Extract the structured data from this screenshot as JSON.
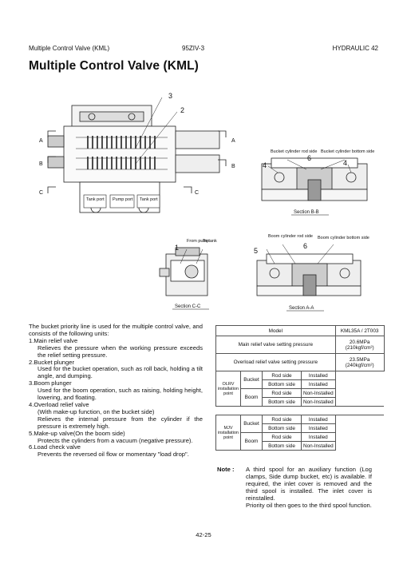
{
  "header": {
    "left": "Multiple Control Valve (KML)",
    "center": "95ZIV-3",
    "right": "HYDRAULIC 42"
  },
  "title": "Multiple Control Valve (KML)",
  "figure": {
    "callouts": {
      "c3": "3",
      "c2": "2",
      "c6a": "6",
      "c4a": "4",
      "c4b": "4",
      "c1": "1",
      "c5": "5",
      "c6b": "6"
    },
    "section_marks": {
      "a1": "A",
      "a2": "A",
      "b1": "B",
      "b2": "B",
      "c1": "C",
      "c2": "C"
    },
    "ports": {
      "tank1": "Tank port",
      "pump": "Pump port",
      "tank2": "Tank port"
    },
    "labels": {
      "bucket_rod": "Bucket cylinder rod side",
      "bucket_bottom": "Bucket cylinder bottom side",
      "boom_rod": "Boom cylinder rod side",
      "boom_bottom": "Boom cylinder bottom side",
      "from_pump": "From pump",
      "to_tank": "To tank"
    },
    "sections": {
      "bb": "Section B-B",
      "cc": "Section C-C",
      "aa": "Section A-A"
    }
  },
  "body": {
    "intro": "The bucket priority line is used for the multiple control valve, and consists of the following units:",
    "items": [
      {
        "head": "1.Main relief valve",
        "desc": [
          "Relieves the pressure when the working pressure exceeds the relief setting pressure."
        ]
      },
      {
        "head": "2.Bucket plunger",
        "desc": [
          "Used for the bucket operation, such as roll back, holding a tilt angle, and dumping."
        ]
      },
      {
        "head": "3.Boom plunger",
        "desc": [
          "Used for the boom operation, such as raising, holding height, lowering, and floating."
        ]
      },
      {
        "head": "4.Overload relief valve",
        "desc": [
          "(With make-up function, on the bucket side)",
          "Relieves the internal pressure from the cylinder if the pressure is extremely high."
        ]
      },
      {
        "head": "5.Make-up valve(On the boom side)",
        "desc": [
          "Protects the cylinders from a vacuum (negative pressure)."
        ]
      },
      {
        "head": "6.Load check valve",
        "desc": [
          "Prevents the reversed oil flow or momentary \"load drop\"."
        ]
      }
    ]
  },
  "table": {
    "model_label": "Model",
    "model_value": "KML35A / 2T003",
    "main_label": "Main relief valve setting pressure",
    "main_v1": "20.6MPa",
    "main_v2": "(210kgf/cm²)",
    "over_label": "Overload relief valve setting pressure",
    "over_v1": "23.5MPa",
    "over_v2": "(240kgf/cm²)",
    "olrv_group": "OLRV installation point",
    "mjv_group": "MJV installation point",
    "bucket": "Bucket",
    "boom": "Boom",
    "rod": "Rod side",
    "bottom": "Bottom side",
    "olrv": [
      "Installed",
      "Installed",
      "Non-Installed",
      "Non-Installed"
    ],
    "mjv": [
      "Installed",
      "Installed",
      "Installed",
      "Non-Installed"
    ]
  },
  "note": {
    "label": "Note :",
    "text": "A third spool for an auxiliary function (Log clamps, Side dump bucket, etc) is available. If required, the inlet cover is removed and the third spool is installed. The inlet cover is reinstalled.",
    "text2": "Priority oil then goes to the third spool function."
  },
  "page_number": "42-25"
}
